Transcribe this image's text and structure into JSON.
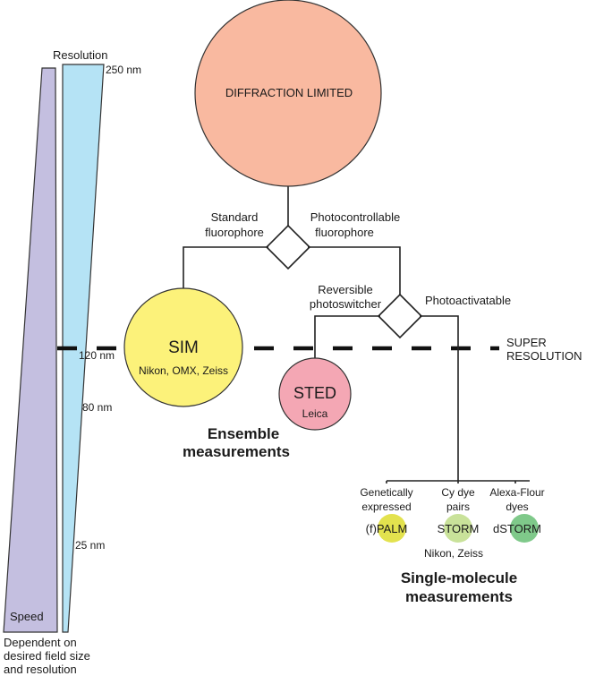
{
  "scale": {
    "resolution_label": "Resolution",
    "speed_label": "Speed",
    "ticks": [
      "250 nm",
      "120 nm",
      "80 nm",
      "25 nm"
    ],
    "footnote": [
      "Dependent on",
      "desired field size",
      "and resolution"
    ],
    "colors": {
      "speed": "#c4bfe0",
      "resolution": "#b5e3f5"
    }
  },
  "diffraction": {
    "label": "DIFFRACTION LIMITED",
    "color": "#f9b9a0"
  },
  "branches": {
    "standard": [
      "Standard",
      "fluorophore"
    ],
    "photocontrollable": [
      "Photocontrollable",
      "fluorophore"
    ],
    "reversible": [
      "Reversible",
      "photoswitcher"
    ],
    "photoactivatable": "Photoactivatable"
  },
  "super_resolution": [
    "SUPER",
    "RESOLUTION"
  ],
  "sim": {
    "title": "SIM",
    "vendors": "Nikon, OMX, Zeiss",
    "color": "#fcf27a"
  },
  "sted": {
    "title": "STED",
    "vendors": "Leica",
    "color": "#f4a7b4"
  },
  "ensemble": [
    "Ensemble",
    "measurements"
  ],
  "single_molecule": {
    "heading": [
      "Single-molecule",
      "measurements"
    ],
    "methods": [
      {
        "category": [
          "Genetically",
          "expressed"
        ],
        "prefix": "(f)",
        "name": "PALM",
        "color": "#e3e24e",
        "vendors": ""
      },
      {
        "category": [
          "Cy dye",
          "pairs"
        ],
        "prefix": "",
        "name": "STORM",
        "color": "#c9e29a",
        "vendors": "Nikon, Zeiss"
      },
      {
        "category": [
          "Alexa-Flour",
          "dyes"
        ],
        "prefix": "d",
        "name": "STORM",
        "color": "#7fc98a",
        "vendors": ""
      }
    ]
  }
}
